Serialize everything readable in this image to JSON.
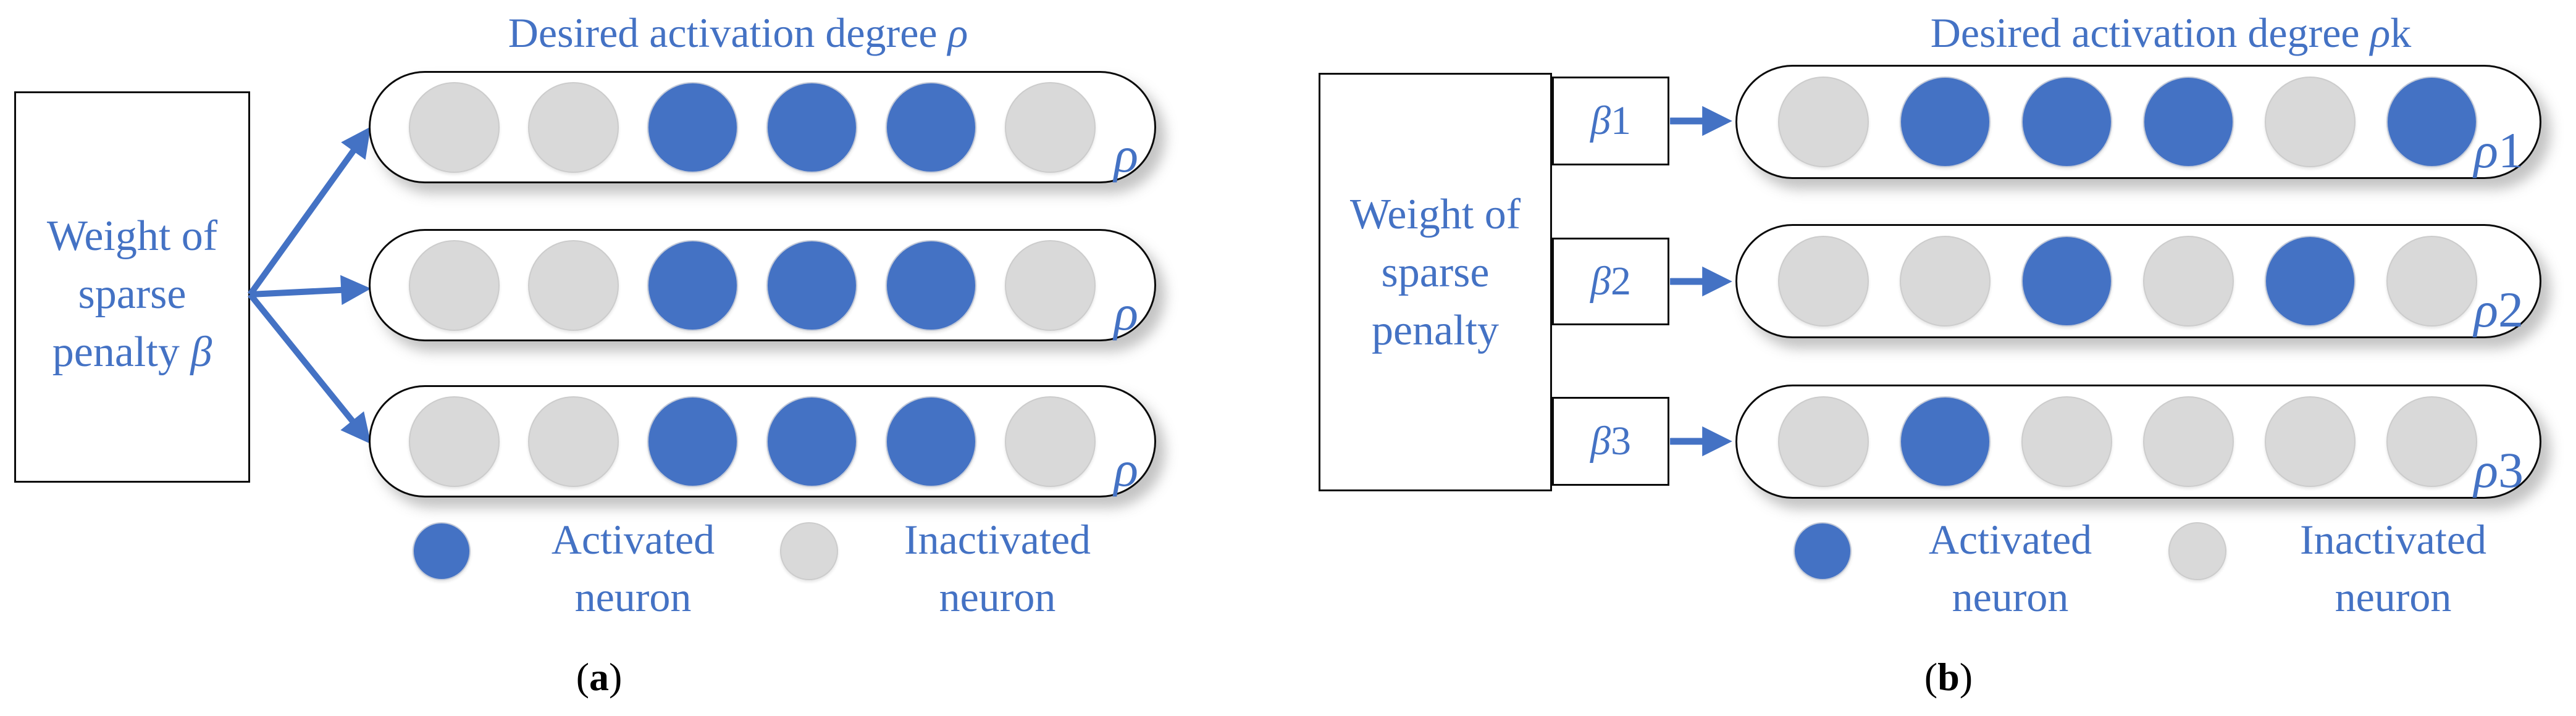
{
  "colors": {
    "accent_blue": "#4472C4",
    "inactive_gray": "#D9D9D9",
    "outline_black": "#0a0a0a"
  },
  "panel_a": {
    "title": {
      "text": "Desired activation degree ",
      "symbol": "ρ",
      "suffix": ""
    },
    "weight_box": {
      "line1": "Weight of",
      "line2": "sparse",
      "line3": "penalty ",
      "line3_symbol": "β"
    },
    "capsules": [
      {
        "label_symbol": "ρ",
        "label_suffix": "",
        "cells": [
          0,
          0,
          1,
          1,
          1,
          0
        ]
      },
      {
        "label_symbol": "ρ",
        "label_suffix": "",
        "cells": [
          0,
          0,
          1,
          1,
          1,
          0
        ]
      },
      {
        "label_symbol": "ρ",
        "label_suffix": "",
        "cells": [
          0,
          0,
          1,
          1,
          1,
          0
        ]
      }
    ],
    "legend": {
      "activated": {
        "line1": "Activated",
        "line2": "neuron"
      },
      "inactivated": {
        "line1": "Inactivated",
        "line2": "neuron"
      }
    },
    "caption": {
      "open": "(",
      "letter": "a",
      "close": ")"
    }
  },
  "panel_b": {
    "title": {
      "text": "Desired activation degree ",
      "symbol": "ρ",
      "suffix": "k"
    },
    "weight_box": {
      "line1": "Weight of",
      "line2": "sparse",
      "line3": "penalty",
      "line3_symbol": ""
    },
    "beta_boxes": [
      {
        "symbol": "β",
        "suffix": "1"
      },
      {
        "symbol": "β",
        "suffix": "2"
      },
      {
        "symbol": "β",
        "suffix": "3"
      }
    ],
    "capsules": [
      {
        "label_symbol": "ρ",
        "label_suffix": "1",
        "cells": [
          0,
          1,
          1,
          1,
          0,
          1
        ]
      },
      {
        "label_symbol": "ρ",
        "label_suffix": "2",
        "cells": [
          0,
          0,
          1,
          0,
          1,
          0
        ]
      },
      {
        "label_symbol": "ρ",
        "label_suffix": "3",
        "cells": [
          0,
          1,
          0,
          0,
          0,
          0
        ]
      }
    ],
    "legend": {
      "activated": {
        "line1": "Activated",
        "line2": "neuron"
      },
      "inactivated": {
        "line1": "Inactivated",
        "line2": "neuron"
      }
    },
    "caption": {
      "open": "(",
      "letter": "b",
      "close": ")"
    }
  }
}
